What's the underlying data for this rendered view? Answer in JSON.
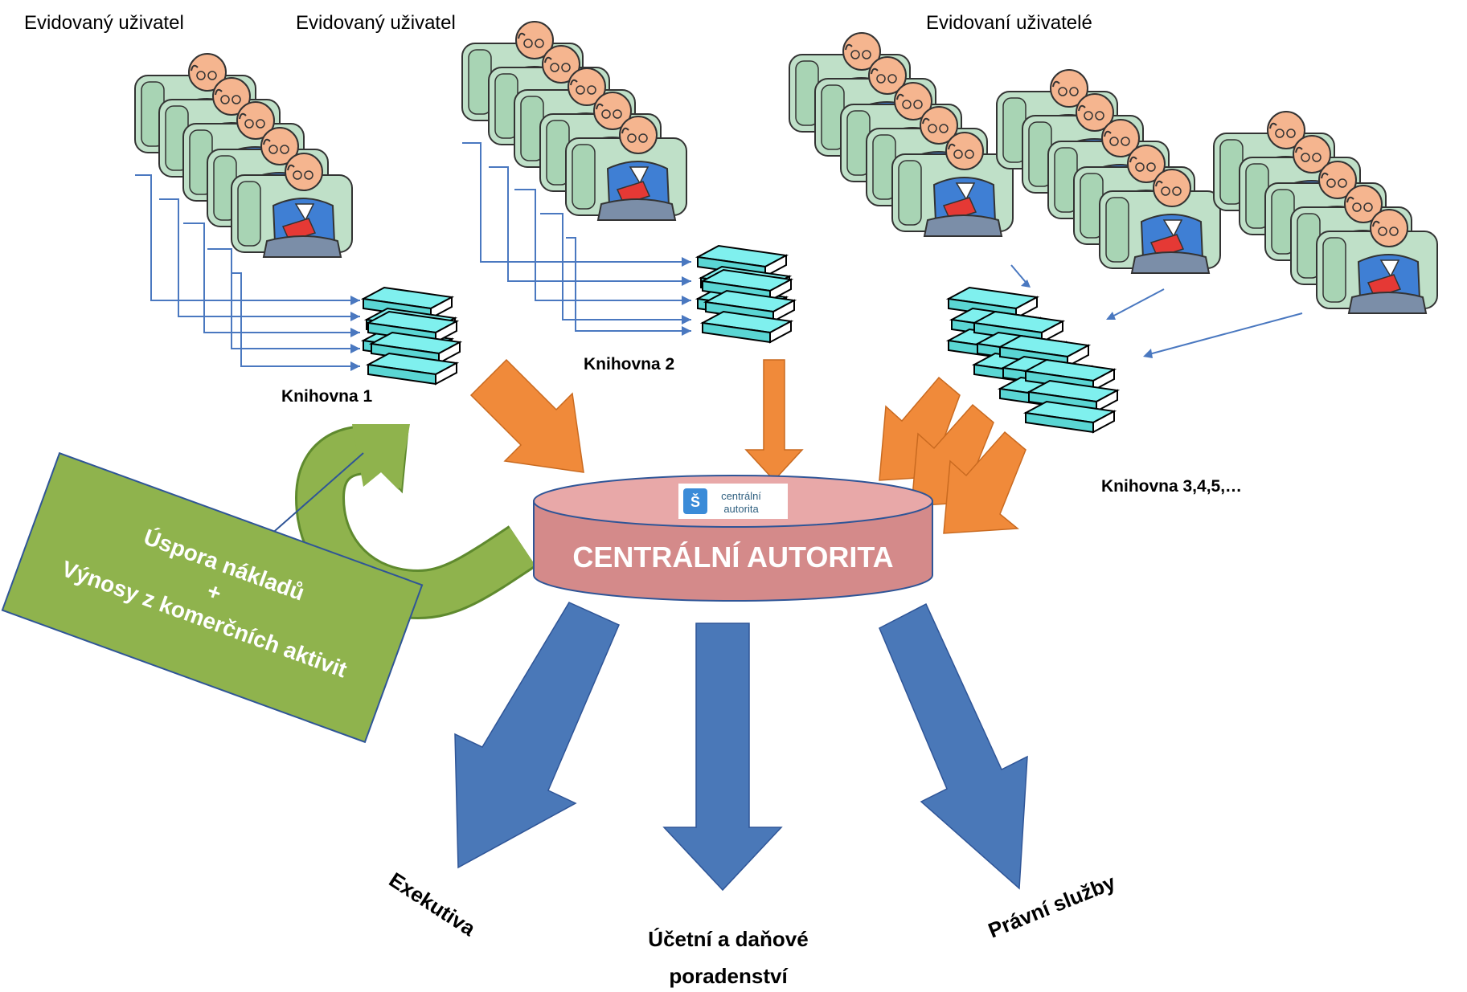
{
  "users": {
    "label_1": "Evidovaný uživatel",
    "label_2": "Evidovaný uživatel",
    "label_3": "Evidovaní uživatelé"
  },
  "libraries": {
    "lib1": "Knihovna 1",
    "lib2": "Knihovna 2",
    "lib3": "Knihovna 3,4,5,…"
  },
  "central": {
    "title": "CENTRÁLNÍ AUTORITA",
    "logo_line1": "centrální",
    "logo_line2": "autorita",
    "logo_glyph": "Š"
  },
  "savings_box": {
    "line1": "Úspora nákladů",
    "line2": "+",
    "line3": "Výnosy z komerčních aktivit"
  },
  "outputs": {
    "out1": "Exekutiva",
    "out2_line1": "Účetní a daňové",
    "out2_line2": "poradenství",
    "out3": "Právní služby"
  },
  "colors": {
    "orange": "#f08a3a",
    "blue": "#4a78b8",
    "green": "#8fb34d",
    "pink": "#d48a8a",
    "book": "#7ff0ee"
  },
  "icons": {
    "reader": "reader-icon",
    "books": "book-stack-icon",
    "logo": "central-authority-logo"
  }
}
